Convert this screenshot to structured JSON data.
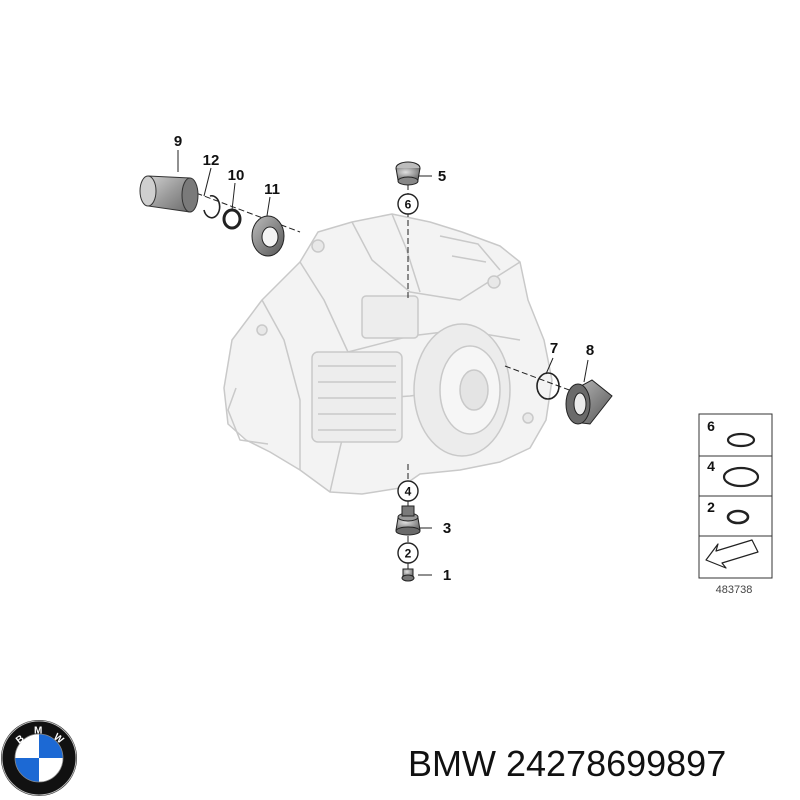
{
  "diagram": {
    "callouts": {
      "c1": "1",
      "c2": "2",
      "c3": "3",
      "c4": "4",
      "c5": "5",
      "c6": "6",
      "c7": "7",
      "c8": "8",
      "c9": "9",
      "c10": "10",
      "c11": "11",
      "c12": "12"
    },
    "inset": {
      "items": [
        "6",
        "4",
        "2"
      ],
      "diagram_id": "483738"
    },
    "colors": {
      "line": "#222222",
      "housing_fill": "#f3f3f3",
      "housing_stroke": "#c8c8c8",
      "part_fill": "#9a9a9a",
      "part_dark": "#5a5a5a"
    }
  },
  "logo": {
    "icon": "bmw-roundel-icon",
    "text": "BMW",
    "colors": {
      "blue": "#1c69d4",
      "white": "#ffffff",
      "ring": "#111111"
    }
  },
  "caption": {
    "text": "BMW 24278699897"
  }
}
